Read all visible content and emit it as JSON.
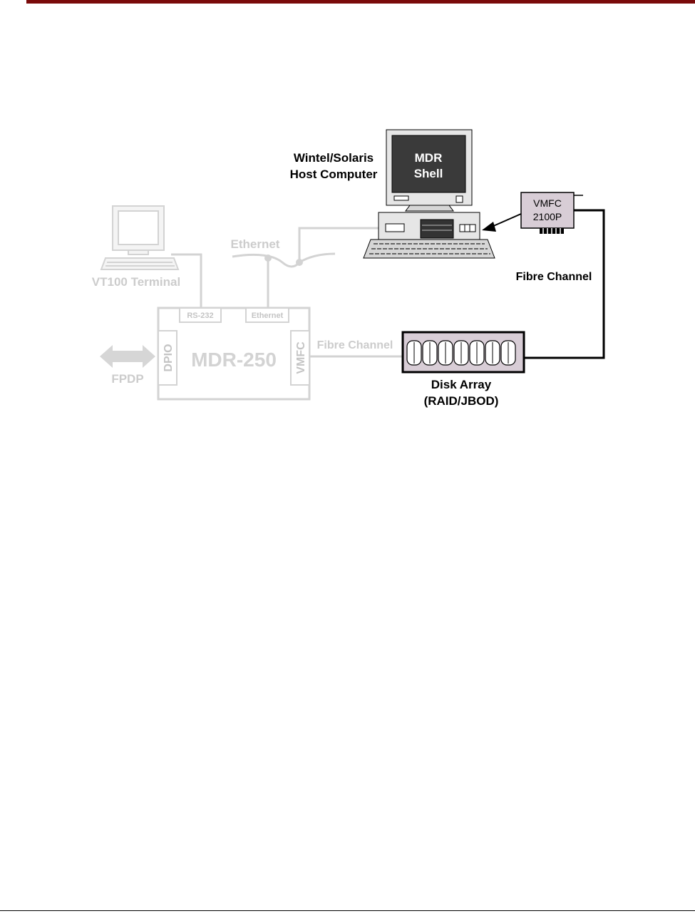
{
  "colors": {
    "header_rule": "#7a0a0a",
    "faded": "#d3d3d3",
    "faded_text": "#cccccc",
    "dark": "#000000",
    "screen_fill": "#3a3a3a",
    "disk_fill": "#d8cdd6"
  },
  "host": {
    "label_line1": "Wintel/Solaris",
    "label_line2": "Host Computer",
    "screen_line1": "MDR",
    "screen_line2": "Shell"
  },
  "vmfc_card": {
    "line1": "VMFC",
    "line2": "2100P"
  },
  "fibre_channel_host": "Fibre Channel",
  "disk_array": {
    "line1": "Disk Array",
    "line2": "(RAID/JBOD)"
  },
  "vt100": {
    "label": "VT100 Terminal"
  },
  "ethernet_label": "Ethernet",
  "mdr250": {
    "title": "MDR-250",
    "rs232": "RS-232",
    "ethernet_port": "Ethernet",
    "dpio": "DPIO",
    "vmfc": "VMFC",
    "fibre_channel": "Fibre Channel",
    "fpdp": "FPDP"
  }
}
